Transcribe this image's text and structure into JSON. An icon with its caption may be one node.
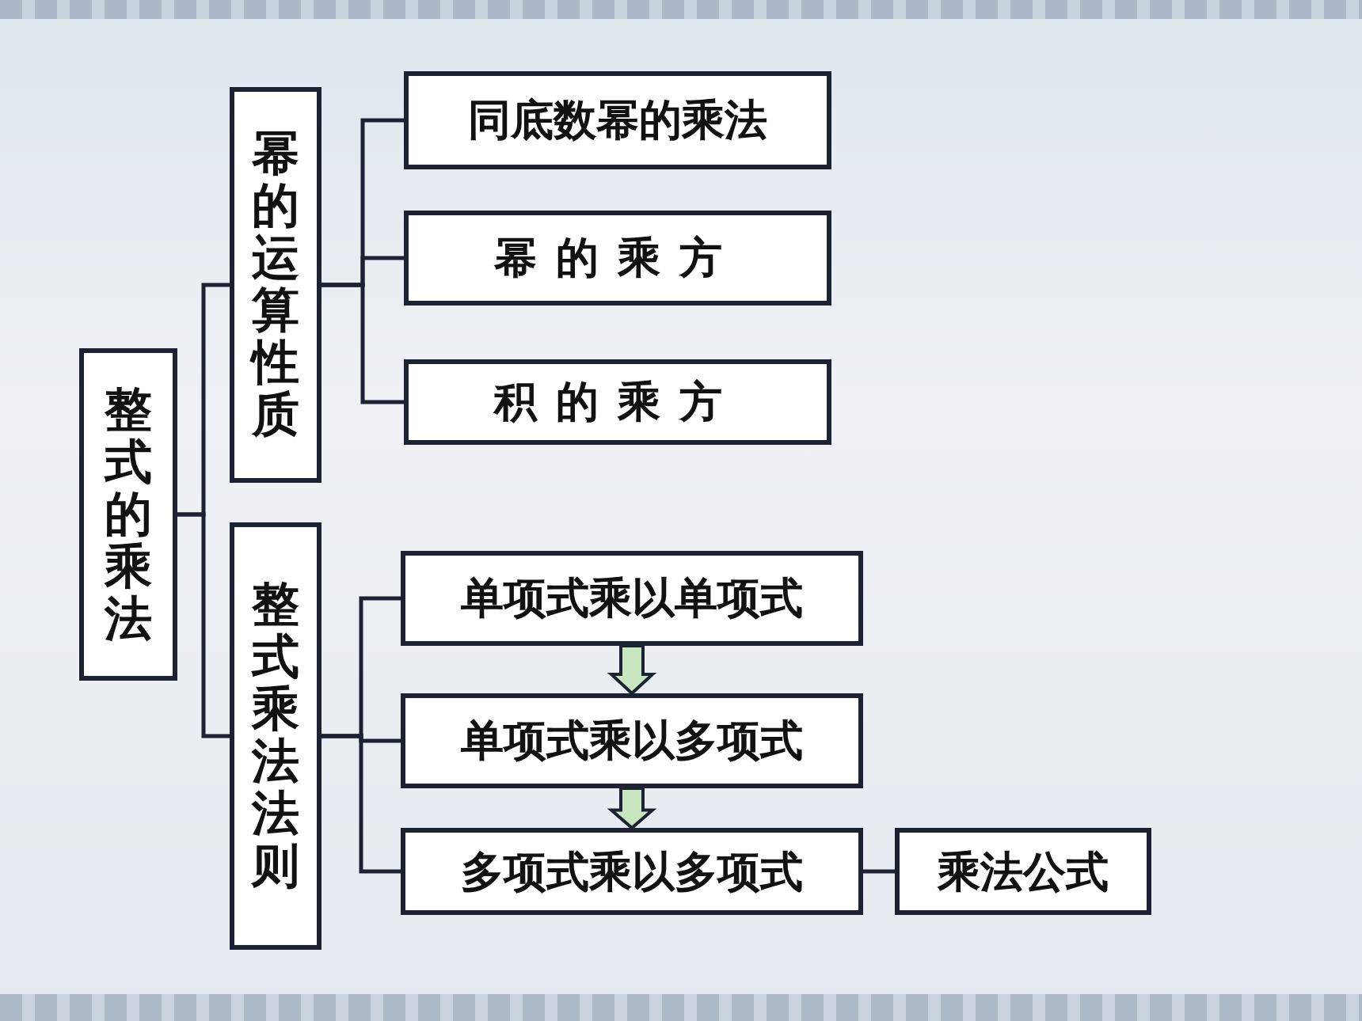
{
  "diagram": {
    "nodes": [
      {
        "text": [
          "整式的乘法"
        ]
      },
      {
        "text": [
          "幂的运算性质"
        ]
      },
      {
        "text": [
          "整式乘法法则"
        ]
      },
      {
        "text": [
          "同底数幂的乘法"
        ]
      },
      {
        "text": [
          "幂的乘方"
        ]
      },
      {
        "text": [
          "积的乘方"
        ]
      },
      {
        "text": [
          "单项式乘以单项式"
        ]
      },
      {
        "text": [
          "单项式乘以多项式"
        ]
      },
      {
        "text": [
          "多项式乘以多项式"
        ]
      },
      {
        "text": [
          "乘法公式"
        ]
      }
    ],
    "edges": [
      {
        "from": 0,
        "to": 1,
        "arrow": "none"
      },
      {
        "from": 0,
        "to": 2,
        "arrow": "none"
      },
      {
        "from": 1,
        "to": 3,
        "arrow": "none"
      },
      {
        "from": 1,
        "to": 4,
        "arrow": "none"
      },
      {
        "from": 1,
        "to": 5,
        "arrow": "none"
      },
      {
        "from": 2,
        "to": 6,
        "arrow": "none"
      },
      {
        "from": 2,
        "to": 7,
        "arrow": "none"
      },
      {
        "from": 2,
        "to": 8,
        "arrow": "none"
      },
      {
        "from": 6,
        "to": 7,
        "arrow": "to",
        "style": "thick",
        "color": "#c8e6c0"
      },
      {
        "from": 7,
        "to": 8,
        "arrow": "to",
        "style": "thick",
        "color": "#c8e6c0"
      },
      {
        "from": 8,
        "to": 9,
        "arrow": "none"
      }
    ]
  }
}
